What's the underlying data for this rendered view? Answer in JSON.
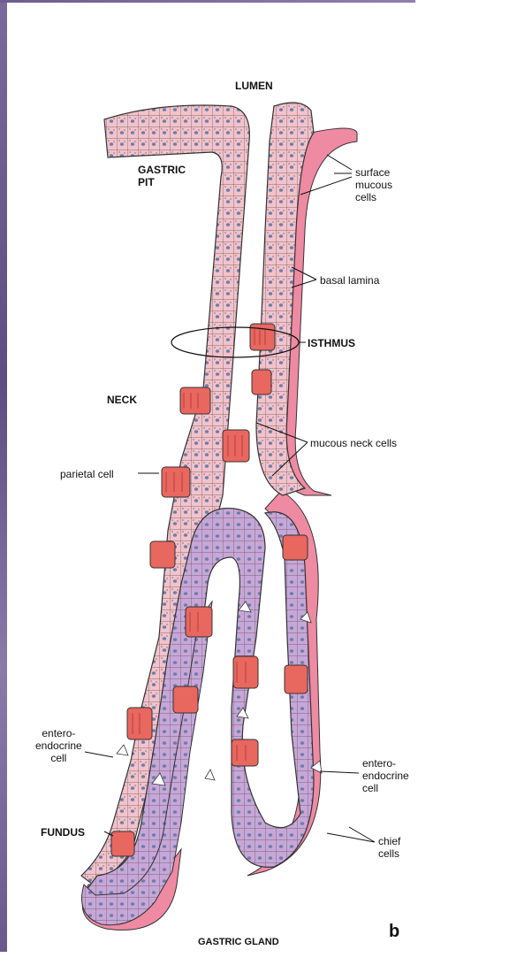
{
  "labels": {
    "lumen": "LUMEN",
    "gastric_pit": "GASTRIC\nPIT",
    "surface_mucous_cells": "surface\nmucous\ncells",
    "basal_lamina": "basal lamina",
    "isthmus": "ISTHMUS",
    "neck": "NECK",
    "mucous_neck_cells": "mucous neck cells",
    "parietal_cell": "parietal cell",
    "entero_endocrine_cell_left": "entero-\nendocrine\ncell",
    "entero_endocrine_cell_right": "entero-\nendocrine\ncell",
    "fundus": "FUNDUS",
    "chief_cells": "chief\ncells",
    "gastric_gland": "GASTRIC GLAND",
    "panel_letter": "b"
  },
  "colors": {
    "mucous_cell": "#f3c2cb",
    "parietal_cell": "#e8675f",
    "chief_cell": "#c8a6d8",
    "nucleus": "#6b7fa8",
    "basal_lamina": "#ee8aa2",
    "outline": "#333333"
  }
}
